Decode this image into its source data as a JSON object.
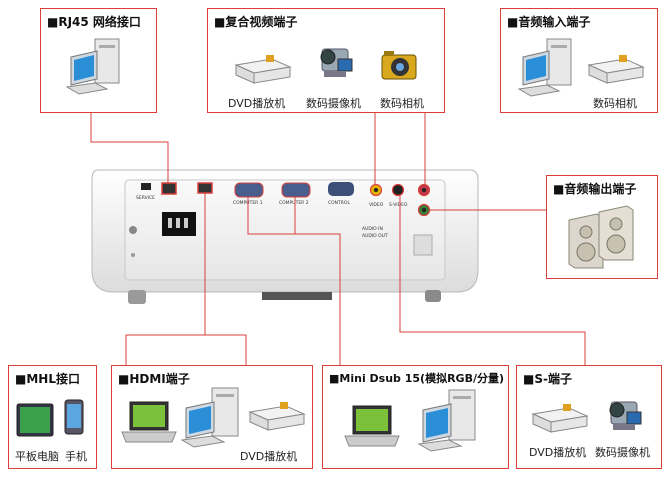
{
  "boxes": {
    "rj45": {
      "title": "■RJ45 网络接口"
    },
    "composite": {
      "title": "■复合视频端子",
      "dvd": "DVD播放机",
      "camcorder": "数码摄像机",
      "camera": "数码相机"
    },
    "audio_in": {
      "title": "■音频输入端子",
      "camera": "数码相机"
    },
    "audio_out": {
      "title": "■音频输出端子"
    },
    "mhl": {
      "title": "■MHL接口",
      "tablet": "平板电脑",
      "phone": "手机"
    },
    "hdmi": {
      "title": "■HDMI端子",
      "dvd": "DVD播放机"
    },
    "dsub": {
      "title": "■Mini Dsub 15(模拟RGB/分量)"
    },
    "svideo": {
      "title": "■S-端子",
      "dvd": "DVD播放机",
      "camcorder": "数码摄像机"
    }
  },
  "panel": {
    "service": "SERVICE",
    "computer1": "COMPUTER 1",
    "computer2": "COMPUTER 2",
    "control": "CONTROL",
    "video": "VIDEO",
    "svideo": "S-VIDEO",
    "audio_in": "AUDIO IN",
    "audio_out": "AUDIO OUT"
  },
  "colors": {
    "border": "#d9403a",
    "wire": "#d9403a",
    "projector": "#f2f2f2"
  }
}
